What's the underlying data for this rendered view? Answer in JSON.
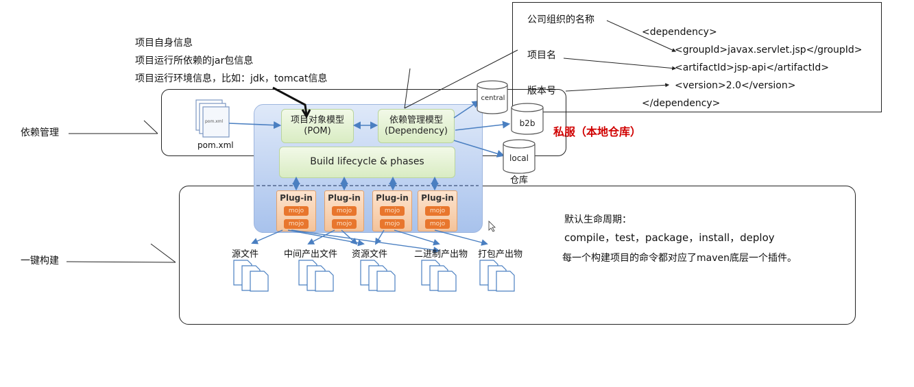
{
  "side_labels": {
    "dependency_management": "依赖管理",
    "one_click_build": "一键构建"
  },
  "pom_info_notes": [
    "项目自身信息",
    "项目运行所依赖的jar包信息",
    "项目运行环境信息，比如：jdk，tomcat信息"
  ],
  "coordinates_box": {
    "labels": {
      "group": "公司组织的名称",
      "artifact": "项目名",
      "version": "版本号"
    },
    "xml": {
      "open": "<dependency>",
      "group_id": "<groupId>javax.servlet.jsp</groupId>",
      "artifact_id": "<artifactId>jsp-api</artifactId>",
      "version": "<version>2.0</version>",
      "close": "</dependency>"
    }
  },
  "architecture": {
    "pom_file_icon": "pom.xml",
    "pom_file_label": "pom.xml",
    "pom_model": {
      "line1": "项目对象模型",
      "line2": "(POM)"
    },
    "dependency_model": {
      "line1": "依赖管理模型",
      "line2": "(Dependency)"
    },
    "lifecycle": "Build lifecycle & phases",
    "plugins": [
      {
        "label": "Plug-in",
        "mojo1": "mojo",
        "mojo2": "mojo"
      },
      {
        "label": "Plug-in",
        "mojo1": "mojo",
        "mojo2": "mojo"
      },
      {
        "label": "Plug-in",
        "mojo1": "mojo",
        "mojo2": "mojo"
      },
      {
        "label": "Plug-in",
        "mojo1": "mojo",
        "mojo2": "mojo"
      }
    ],
    "repositories": {
      "central": "central",
      "b2b": "b2b",
      "local": "local",
      "caption": "仓库"
    },
    "private_server": "私服（本地仓库）",
    "outputs": [
      "源文件",
      "中间产出文件",
      "资源文件",
      "二进制产出物",
      "打包产出物"
    ]
  },
  "lifecycle_notes": {
    "title": "默认生命周期：",
    "phases": "compile，test，package，install，deploy",
    "description": "每一个构建项目的命令都对应了maven底层一个插件。"
  },
  "colors": {
    "panel_blue": "#a8c2ec",
    "box_green": "#d9ecc3",
    "plugin_orange": "#f4c39a",
    "mojo_orange": "#e8762d",
    "arrow_blue": "#4a7fc1",
    "private_red": "#d00000"
  }
}
